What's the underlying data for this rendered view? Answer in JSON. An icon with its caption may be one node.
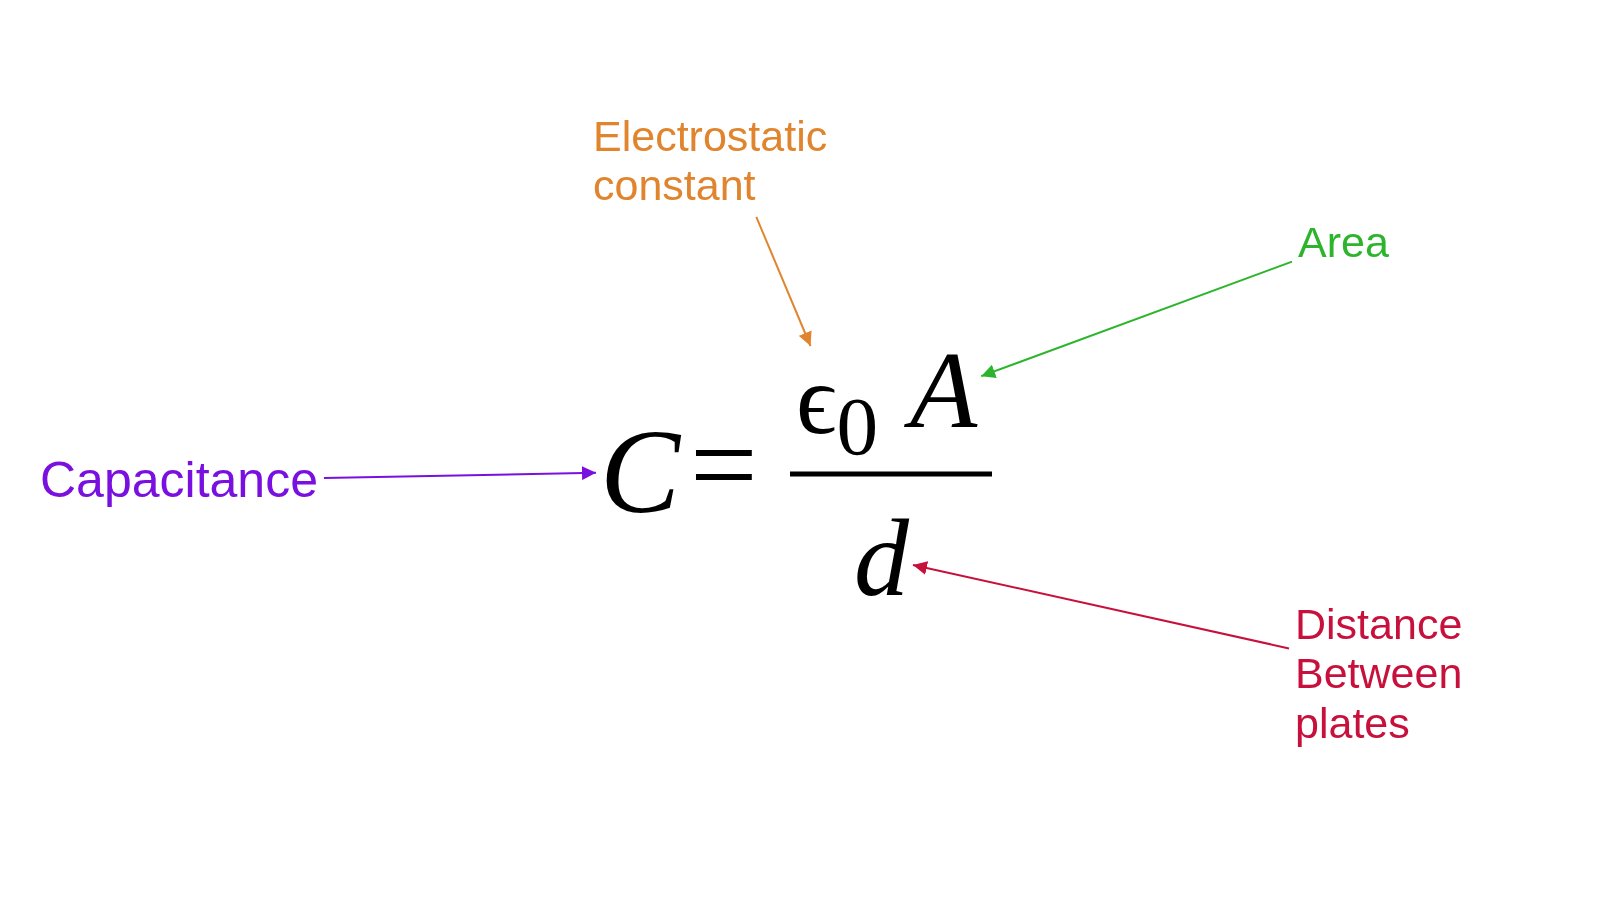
{
  "diagram": {
    "nodes": [
      {
        "text": [
          "Electrostatic constant"
        ]
      },
      {
        "text": [
          "Area"
        ]
      },
      {
        "text": [
          "Capacitance"
        ]
      },
      {
        "text": [
          "C"
        ]
      },
      {
        "text": [
          "ϵ$_{0}$"
        ]
      },
      {
        "text": [
          "A"
        ]
      },
      {
        "text": [
          "d"
        ]
      },
      {
        "text": [
          "Distance Between plates"
        ]
      }
    ],
    "edges": [
      {
        "from": 2,
        "to": 3,
        "arrow": "to",
        "color": "#7a10e0"
      },
      {
        "from": 0,
        "to": 4,
        "arrow": "to",
        "color": "#e0852e"
      },
      {
        "from": 1,
        "to": 5,
        "arrow": "to",
        "color": "#2cb52c"
      },
      {
        "from": 7,
        "to": 6,
        "arrow": "to",
        "color": "#c8103c"
      }
    ],
    "labels": [
      "="
    ]
  }
}
